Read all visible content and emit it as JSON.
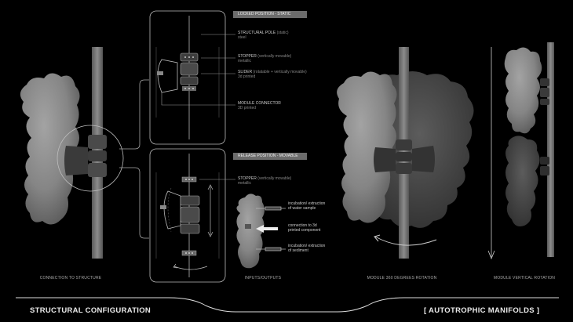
{
  "panels": {
    "locked_title": "LOCKED POSITION - STATIC",
    "release_title": "RELEASE POSITION - MOVABLE"
  },
  "callouts_locked": [
    {
      "label": "STRUCTURAL POLE",
      "qualifier": "(static)",
      "note": "steel"
    },
    {
      "label": "STOPPER",
      "qualifier": "(vertically movable)",
      "note": "metallic"
    },
    {
      "label": "SLIDER",
      "qualifier": "(rotatable + vertically movable)",
      "note": "3d printed"
    },
    {
      "label": "MODULE CONNECTOR",
      "qualifier": "",
      "note": "3D printed"
    }
  ],
  "callouts_release": [
    {
      "label": "STOPPER",
      "qualifier": "(vertically movable)",
      "note": "metallic"
    }
  ],
  "io_labels": [
    {
      "text": "incubation/ extraction of water sample"
    },
    {
      "text": "connection to 3d printed component"
    },
    {
      "text": "incubation/ extraction of sediment"
    }
  ],
  "captions": {
    "connection": "CONNECTION TO STRUCTURE",
    "io": "INPUTS/OUTPUTS",
    "rotation": "MODULE 360 DEGREES ROTATION",
    "vertical": "MODULE VERTICAL ROTATION"
  },
  "footer": {
    "left": "STRUCTURAL CONFIGURATION",
    "right": "[ AUTOTROPHIC MANIFOLDS ]"
  },
  "colors": {
    "background": "#000000",
    "module_gray": "#8a8a8a",
    "pole_gray": "#6e6e6e",
    "line_gray": "#9a9a9a",
    "tag_gray": "#6c6c6c"
  }
}
